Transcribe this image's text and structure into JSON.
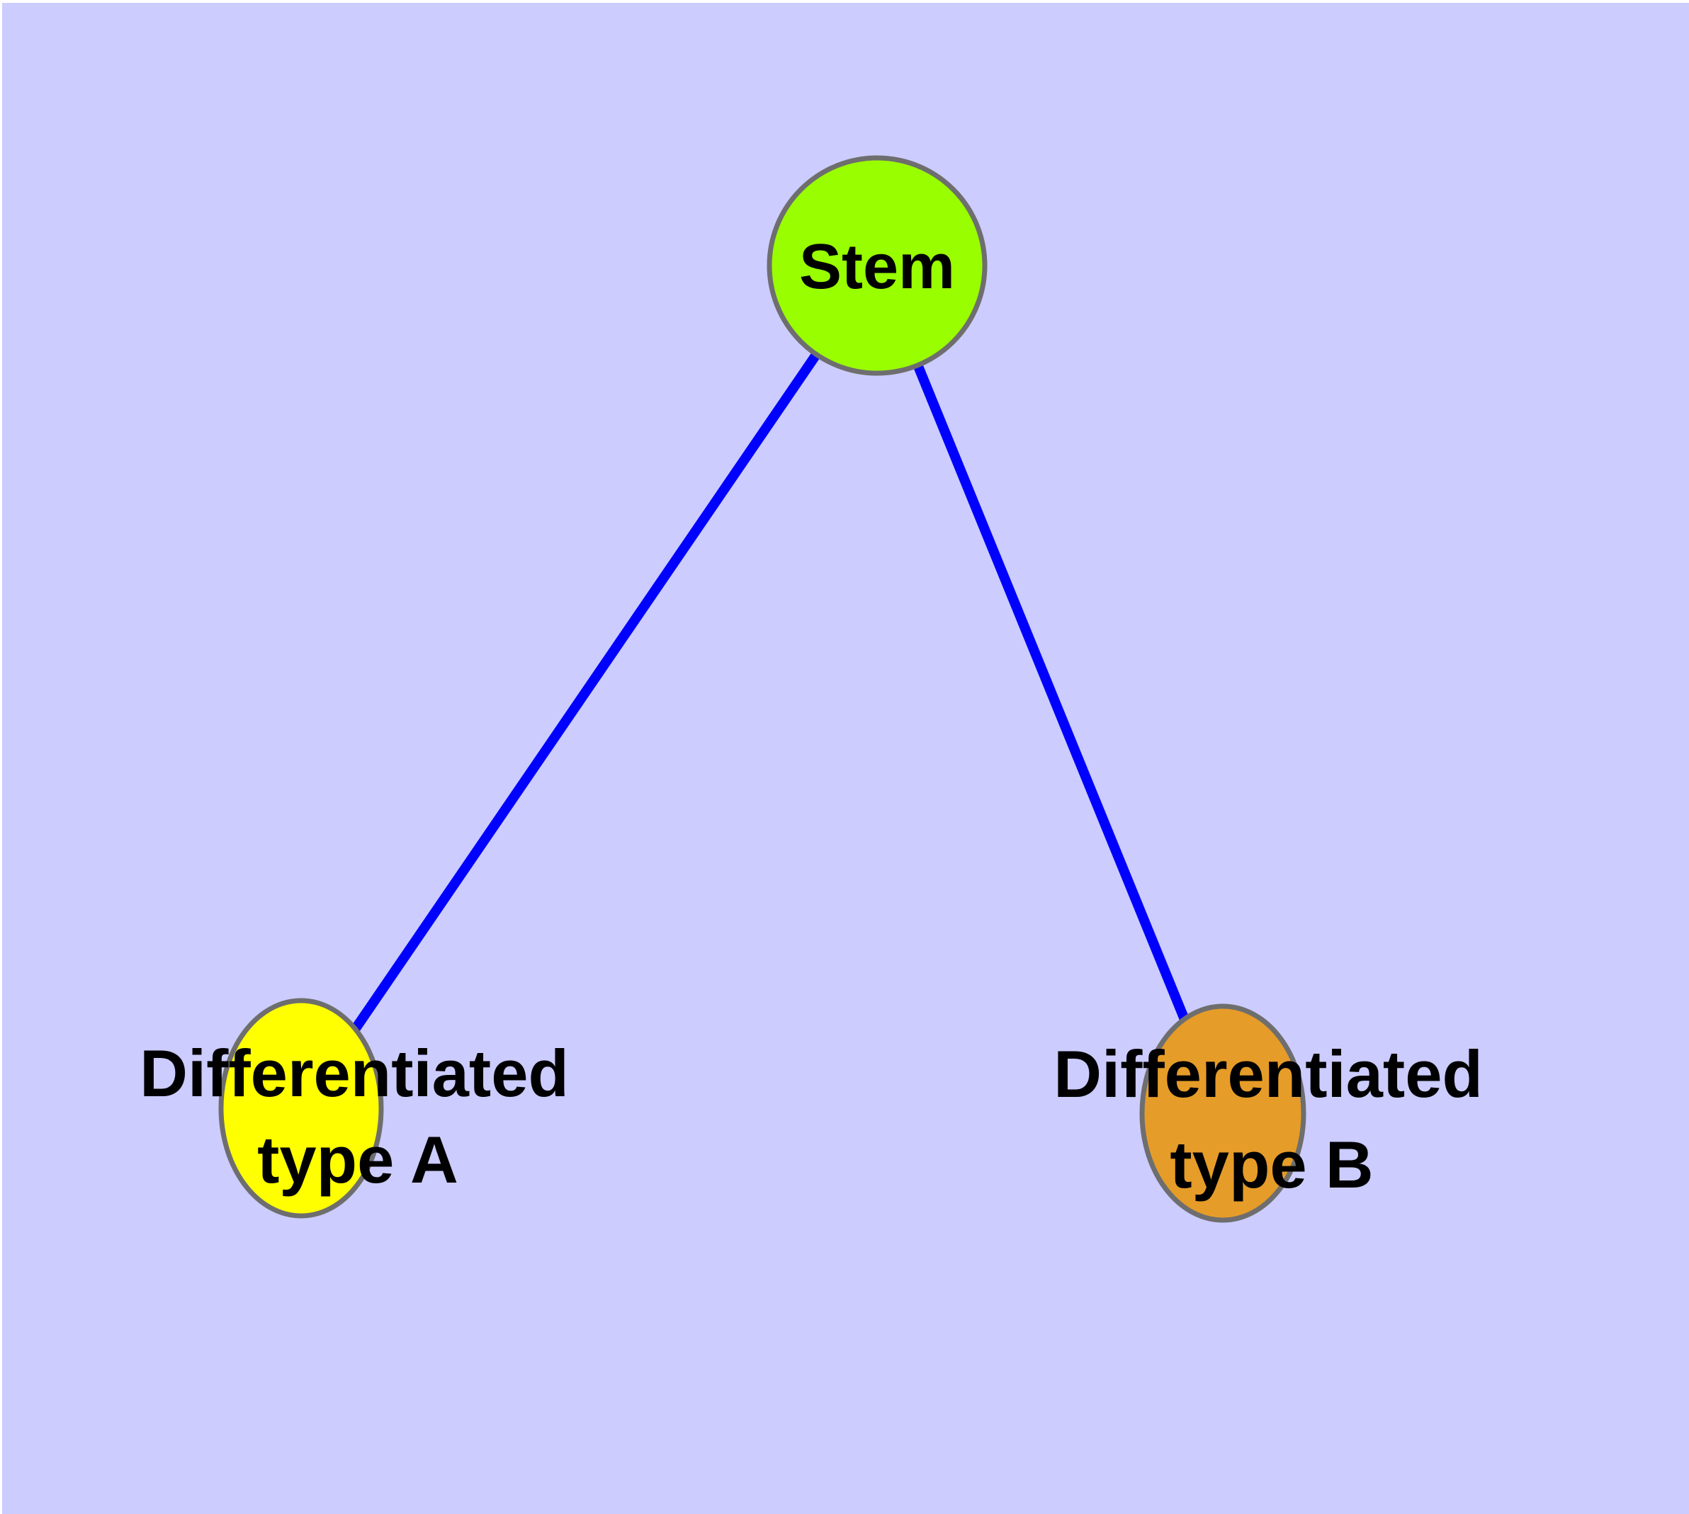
{
  "diagram": {
    "type": "node-link-graph",
    "description": "Stem cell differentiation diagram with one parent node and two child nodes",
    "colors": {
      "page_margin": "#FFFFFF",
      "background": "#CCCCFF",
      "node_border": "#6E6E6E",
      "edge": "#0000FF",
      "label": "#000000",
      "stem_fill": "#99FF00",
      "type_a_fill": "#FFFF00",
      "type_b_fill": "#E69C28"
    },
    "nodes": {
      "stem": {
        "label": "Stem",
        "shape": "circle",
        "fill": "#99FF00"
      },
      "type_a": {
        "line1": "Differentiated",
        "line2": "type A",
        "shape": "ellipse",
        "fill": "#FFFF00"
      },
      "type_b": {
        "line1": "Differentiated",
        "line2": "type B",
        "shape": "ellipse",
        "fill": "#E69C28"
      }
    },
    "edges": [
      {
        "from": "Stem",
        "to": "Differentiated type A",
        "color": "#0000FF"
      },
      {
        "from": "Stem",
        "to": "Differentiated type B",
        "color": "#0000FF"
      }
    ]
  }
}
